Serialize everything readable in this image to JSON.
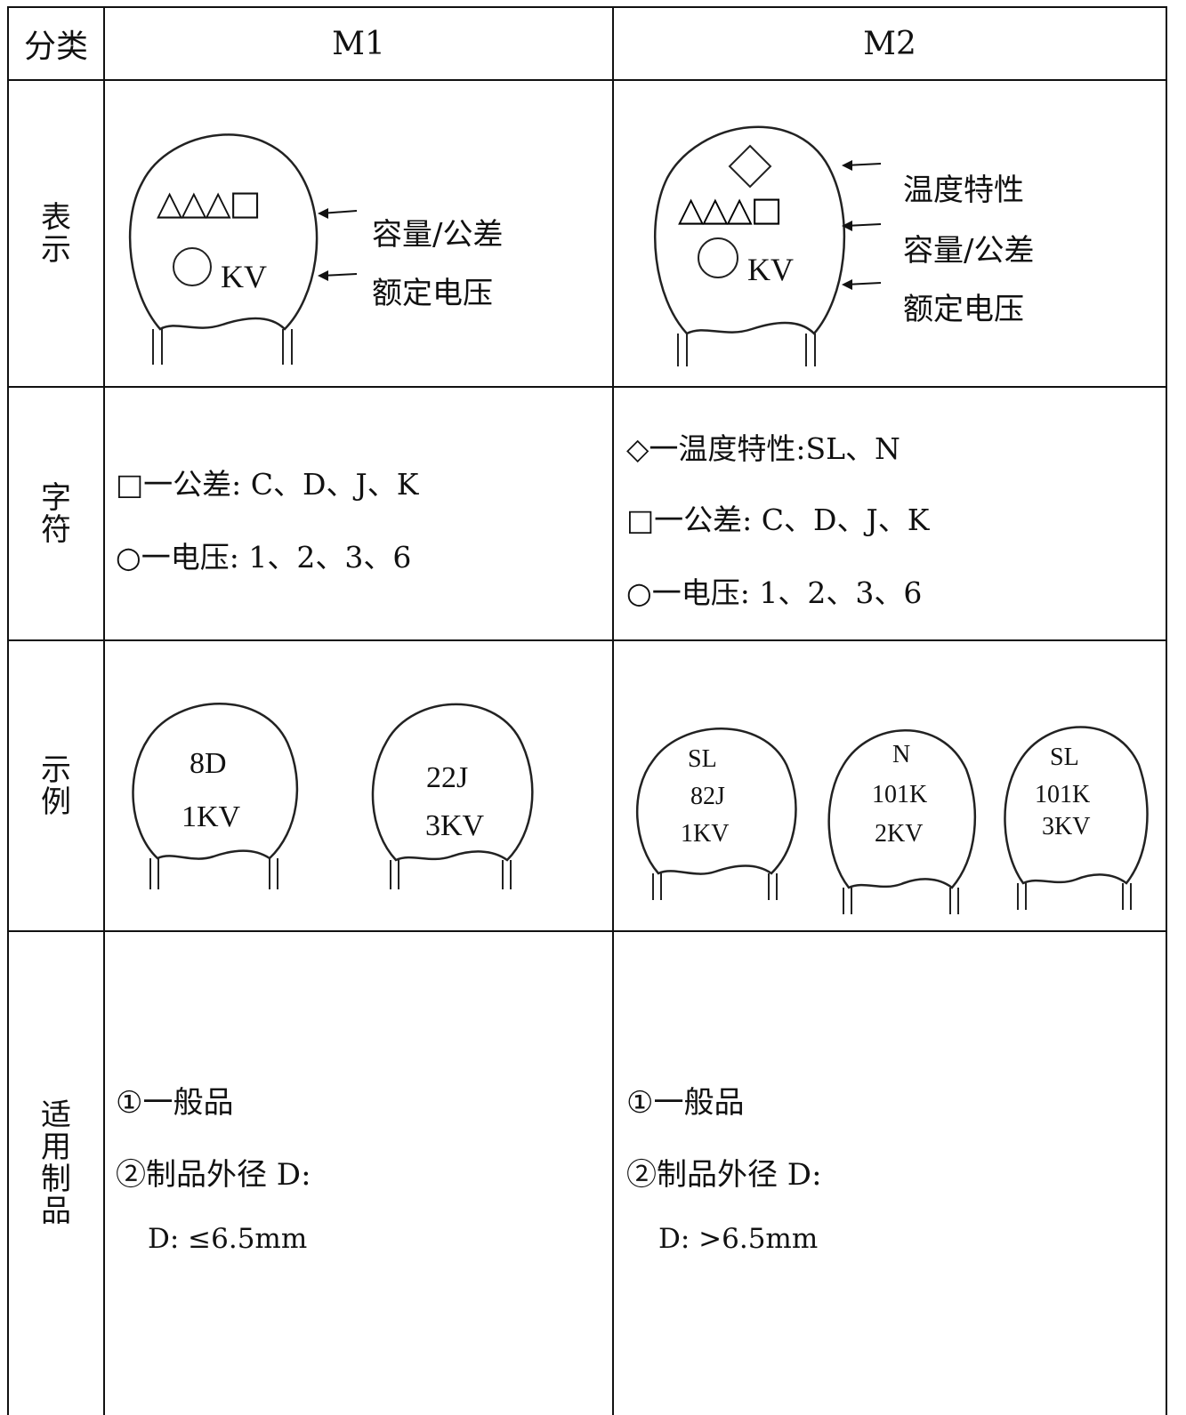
{
  "header": {
    "col0": "分类",
    "col1": "M1",
    "col2": "M2"
  },
  "rows": {
    "representation": {
      "label": [
        "表",
        "示"
      ],
      "m1": {
        "symbols": "△△△□",
        "kv": "KV",
        "capacity_label": "容量/公差",
        "voltage_label": "额定电压"
      },
      "m2": {
        "kv": "KV",
        "temp_label": "温度特性",
        "capacity_label": "容量/公差",
        "voltage_label": "额定电压"
      }
    },
    "characters": {
      "label": [
        "字",
        "符"
      ],
      "m1": [
        "□一公差: C、D、J、K",
        "○一电压: 1、2、3、6"
      ],
      "m2": [
        "◇一温度特性:SL、N",
        "□一公差: C、D、J、K",
        "○一电压: 1、2、3、6"
      ]
    },
    "examples": {
      "label": [
        "示",
        "例"
      ],
      "m1": [
        {
          "line1": "8D",
          "line2": "1KV"
        },
        {
          "line1": "22J",
          "line2": "3KV"
        }
      ],
      "m2": [
        {
          "line1": "SL",
          "line2": "82J",
          "line3": "1KV"
        },
        {
          "line1": "N",
          "line2": "101K",
          "line3": "2KV"
        },
        {
          "line1": "SL",
          "line2": "101K",
          "line3": "3KV"
        }
      ]
    },
    "applicable": {
      "label": [
        "适",
        "用",
        "制",
        "品"
      ],
      "m1": [
        "①一般品",
        "②制品外径 D:",
        "D: ≤6.5mm"
      ],
      "m2": [
        "①一般品",
        "②制品外径 D:",
        "D: >6.5mm"
      ]
    }
  }
}
